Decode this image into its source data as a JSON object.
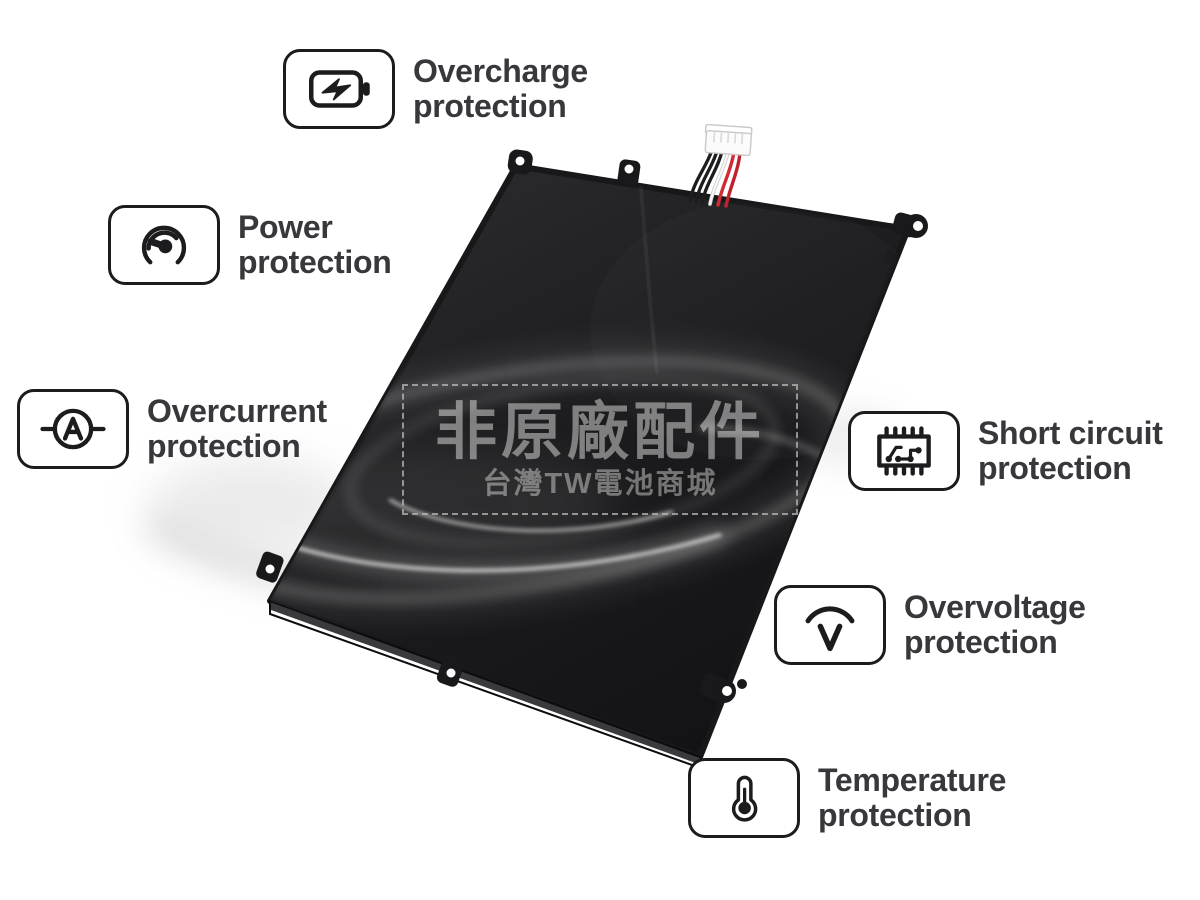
{
  "page": {
    "background": "#ffffff"
  },
  "watermark": {
    "title": "非原廠配件",
    "subtitle": "台灣TW電池商城"
  },
  "features": [
    {
      "id": "overcharge",
      "line1": "Overcharge",
      "line2": "protection",
      "icon": "battery-bolt-icon"
    },
    {
      "id": "power",
      "line1": "Power",
      "line2": "protection",
      "icon": "power-gauge-icon"
    },
    {
      "id": "overcurrent",
      "line1": "Overcurrent",
      "line2": "protection",
      "icon": "ammeter-icon"
    },
    {
      "id": "short-circuit",
      "line1": "Short circuit",
      "line2": "protection",
      "icon": "circuit-chip-icon"
    },
    {
      "id": "overvoltage",
      "line1": "Overvoltage",
      "line2": "protection",
      "icon": "voltage-arc-icon"
    },
    {
      "id": "temperature",
      "line1": "Temperature",
      "line2": "protection",
      "icon": "thermometer-icon"
    }
  ],
  "colors": {
    "label_text": "#38383c",
    "icon_stroke": "#1c1c1e",
    "battery_dark": "#19191b",
    "wire_red": "#d22b36",
    "wire_black": "#1d1d1f"
  }
}
